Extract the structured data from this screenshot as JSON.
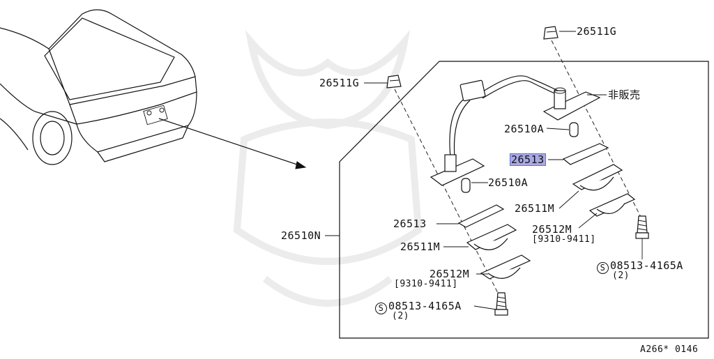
{
  "labels": {
    "p26511g_top": "26511G",
    "p26511g_left": "26511G",
    "not_for_sale": "非販売",
    "p26510a_top": "26510A",
    "p26513_highlight": "26513",
    "p26510a_left": "26510A",
    "p26511m_right": "26511M",
    "p26513_left": "26513",
    "p26512m_right": "26512M",
    "range_right": "[9310-9411]",
    "p26510n": "26510N",
    "p26511m_left": "26511M",
    "screw_right": "08513-4165A",
    "qty_right": "(2)",
    "p26512m_left": "26512M",
    "range_left": "[9310-9411]",
    "screw_left": "08513-4165A",
    "qty_left": "(2)",
    "screw_symbol": "S",
    "diagram_code": "A266* 0146"
  }
}
